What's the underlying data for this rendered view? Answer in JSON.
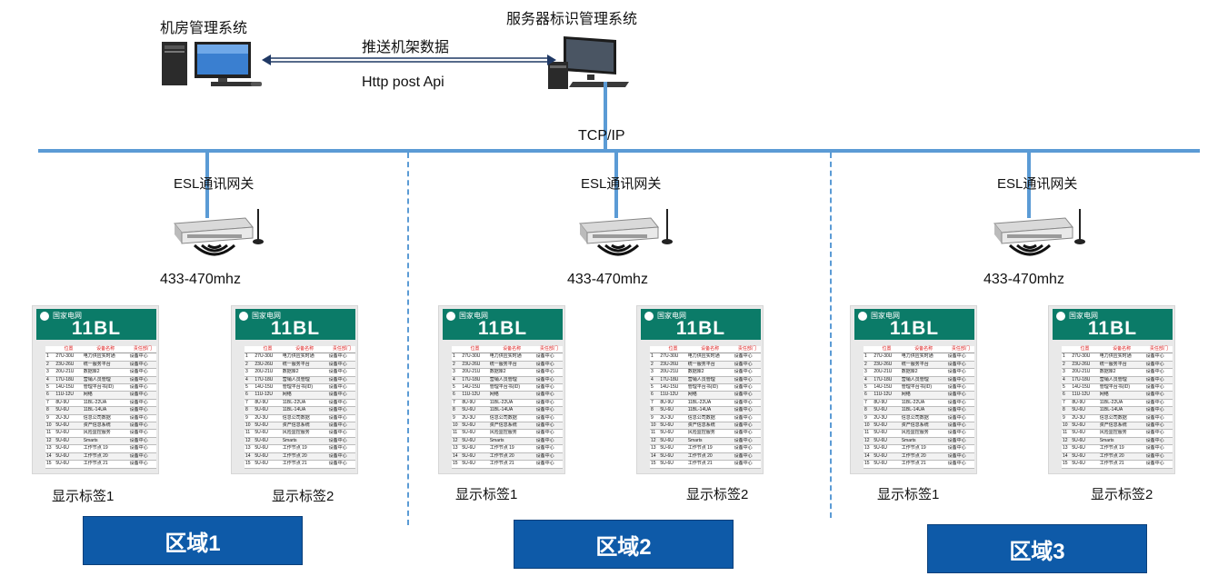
{
  "top": {
    "left_system": "机房管理系统",
    "right_system": "服务器标识管理系统",
    "link_label_top": "推送机架数据",
    "link_label_bottom": "Http post Api",
    "network_label": "TCP/IP"
  },
  "regions": [
    {
      "gateway_label": "ESL通讯网关",
      "frequency": "433-470mhz",
      "tag1_label": "显示标签1",
      "tag2_label": "显示标签2",
      "region_label": "区域1"
    },
    {
      "gateway_label": "ESL通讯网关",
      "frequency": "433-470mhz",
      "tag1_label": "显示标签1",
      "tag2_label": "显示标签2",
      "region_label": "区域2"
    },
    {
      "gateway_label": "ESL通讯网关",
      "frequency": "433-470mhz",
      "tag1_label": "显示标签1",
      "tag2_label": "显示标签2",
      "region_label": "区域3"
    }
  ],
  "tag": {
    "org": "国家电网",
    "code": "11BL",
    "headers": [
      "",
      "位置",
      "设备名称",
      "责任部门"
    ],
    "rows": [
      [
        "1",
        "27U-30U",
        "电力供应实时通",
        "设备中心"
      ],
      [
        "2",
        "23U-26U",
        "统一服务平台",
        "设备中心"
      ],
      [
        "3",
        "20U-21U",
        "数据库2",
        "设备中心"
      ],
      [
        "4",
        "17U-18U",
        "营销人员管理",
        "设备中心"
      ],
      [
        "5",
        "14U-15U",
        "管理平台书(ID)",
        "设备中心"
      ],
      [
        "6",
        "11U-12U",
        "网络",
        "设备中心"
      ],
      [
        "7",
        "8U-9U",
        "11BL-22UA",
        "设备中心"
      ],
      [
        "8",
        "5U-6U",
        "11BL-14UA",
        "设备中心"
      ],
      [
        "9",
        "2U-3U",
        "信息公司数据",
        "设备中心"
      ],
      [
        "10",
        "5U-6U",
        "资产信息系统",
        "设备中心"
      ],
      [
        "11",
        "5U-6U",
        "风险监控服务",
        "设备中心"
      ],
      [
        "12",
        "5U-6U",
        "Smarts",
        "设备中心"
      ],
      [
        "13",
        "5U-6U",
        "工作节点 19",
        "设备中心"
      ],
      [
        "14",
        "5U-6U",
        "工作节点 20",
        "设备中心"
      ],
      [
        "15",
        "5U-6U",
        "工作节点 21",
        "设备中心"
      ]
    ]
  },
  "colors": {
    "line": "#5b9bd5",
    "region_fill": "#0e5aa8",
    "tag_header": "#0b7b68"
  }
}
